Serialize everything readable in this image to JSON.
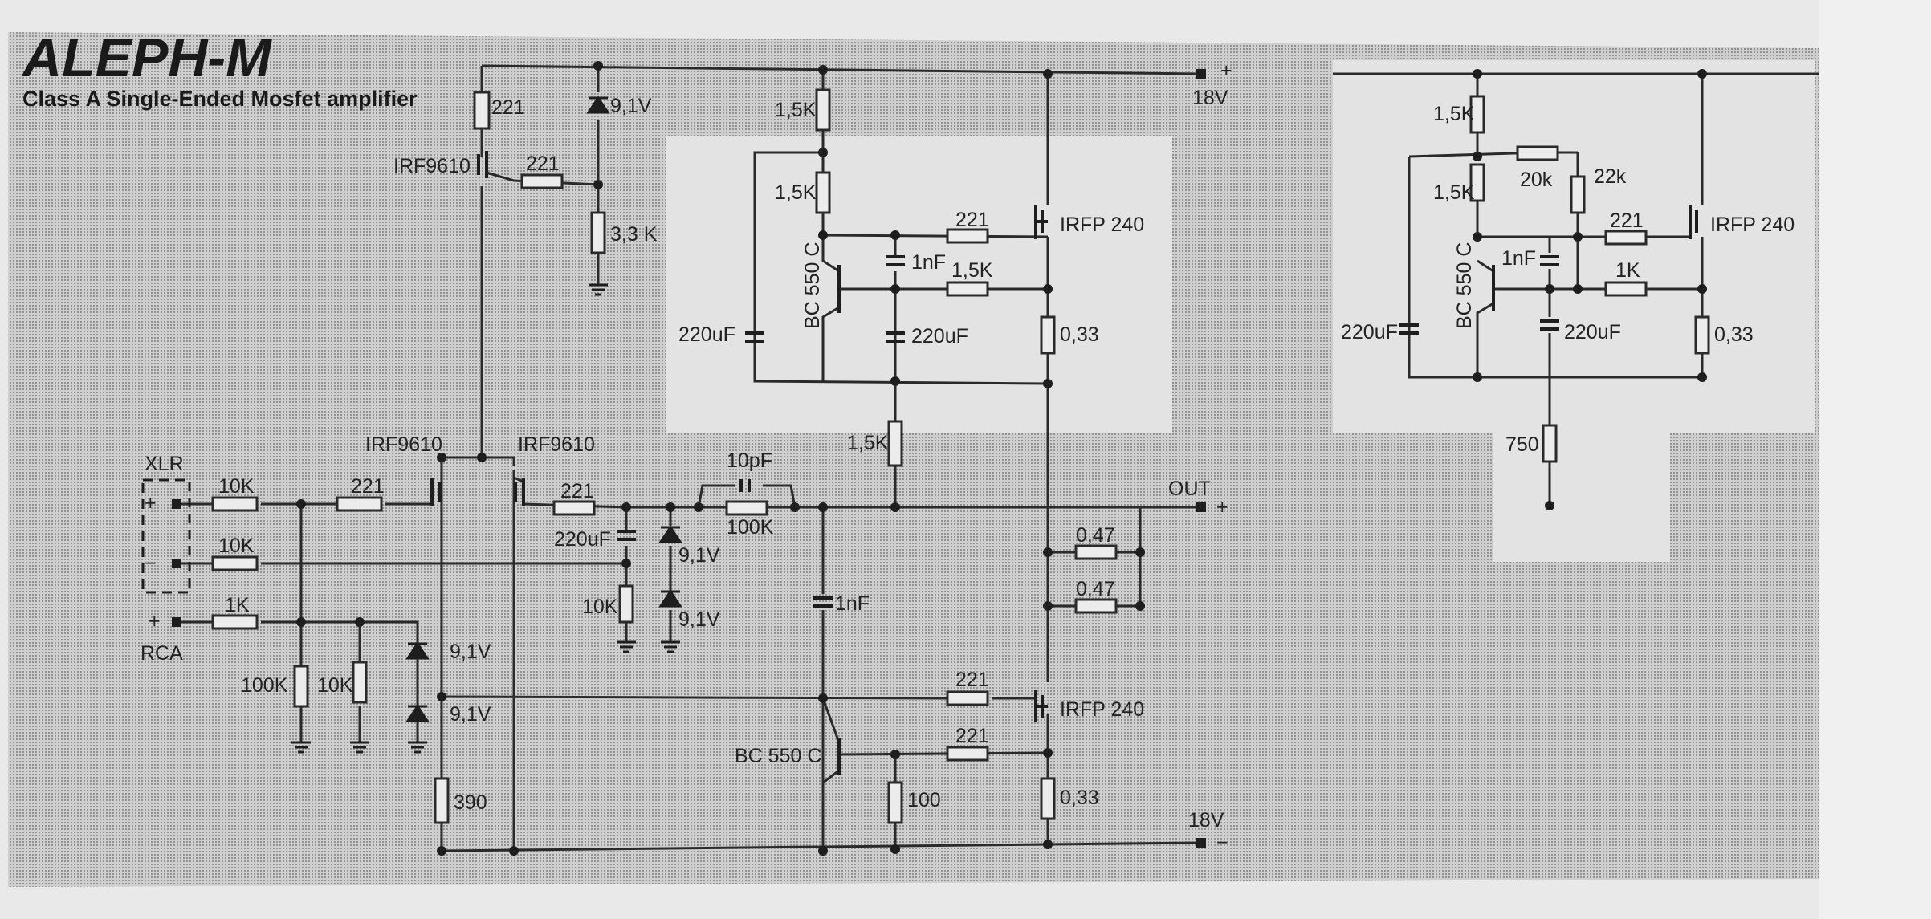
{
  "title": "ALEPH-M",
  "subtitle": "Class A Single-Ended Mosfet amplifier",
  "rails": {
    "pos_label": "18V",
    "neg_label": "18V",
    "plus": "+",
    "minus": "−"
  },
  "io": {
    "xlr": "XLR",
    "rca": "RCA",
    "out": "OUT",
    "plus": "+",
    "minus": "−"
  },
  "components": {
    "r221_top": "221",
    "z91_top": "9,1V",
    "q_irf9610_top": "IRF9610",
    "r221_gate_top": "221",
    "r33k": "3,3 K",
    "r15k_a": "1,5K",
    "r15k_b": "1,5K",
    "q_bc550_top": "BC 550 C",
    "c1nf_top": "1nF",
    "r221_upper_gate": "221",
    "r15k_fb": "1,5K",
    "q_irfp240_top": "IRFP 240",
    "c220_left": "220uF",
    "c220_mid": "220uF",
    "r033_top": "0,33",
    "r15k_low": "1,5K",
    "q_irf9610_l": "IRF9610",
    "q_irf9610_r": "IRF9610",
    "r10k_in1": "10K",
    "r10k_in2": "10K",
    "r1k_in": "1K",
    "r221_in": "221",
    "r221_diff": "221",
    "c220_in": "220uF",
    "z91_a": "9,1V",
    "z91_b": "9,1V",
    "c10pf": "10pF",
    "r100k_fb": "100K",
    "r10k_gnd": "10K",
    "r047_a": "0,47",
    "r047_b": "0,47",
    "c1nf_mid": "1nF",
    "r100k_gnd": "100K",
    "r10k_gnd2": "10K",
    "z91_c": "9,1V",
    "z91_d": "9,1V",
    "r390": "390",
    "r221_low_gate": "221",
    "q_irfp240_bot": "IRFP 240",
    "q_bc550_bot": "BC 550 C",
    "r221_low_fb": "221",
    "r100": "100",
    "r033_bot": "0,33"
  },
  "variant": {
    "r15k_a": "1,5K",
    "pot_20k": "20k",
    "r22k": "22k",
    "r15k_b": "1,5K",
    "r221": "221",
    "q_irfp240": "IRFP 240",
    "c1nf": "1nF",
    "r1k": "1K",
    "q_bc550": "BC 550 C",
    "c220_left": "220uF",
    "c220_mid": "220uF",
    "r033": "0,33",
    "r750": "750"
  }
}
